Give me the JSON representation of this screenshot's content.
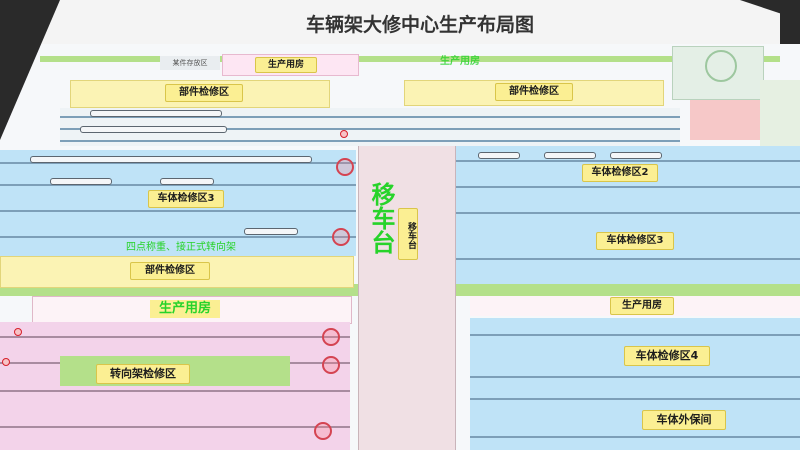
{
  "title": "车辆架大修中心生产布局图",
  "zones": {
    "small_top_label": "某件存放区",
    "production_room_top": "生产用房",
    "parts_repair_1": "部件检修区",
    "parts_repair_2": "部件检修区",
    "parts_repair_left": "部件检修区",
    "carbody_2": "车体检修区2",
    "carbody_3_left": "车体检修区3",
    "carbody_3_right": "车体检修区3",
    "carbody_4": "车体检修区4",
    "carbody_exterior": "车体外保间",
    "bogie_repair": "转向架检修区",
    "production_room_right": "生产用房",
    "production_room_left": "生产用房",
    "transfer_platform_label": "移车台",
    "transfer_platform_big": "移车台"
  },
  "annotations": {
    "green_note": "四点称重、接正式转向架",
    "green_top_note": "生产用房"
  },
  "colors": {
    "track": "#bfe3f7",
    "parts_zone": "#fbf3b4",
    "bogie_zone": "#f3d3ea",
    "green_path": "#b4e08a",
    "platform": "#f0e0e4",
    "label_yellow": "#fbef93",
    "green_text": "#27d32a"
  }
}
